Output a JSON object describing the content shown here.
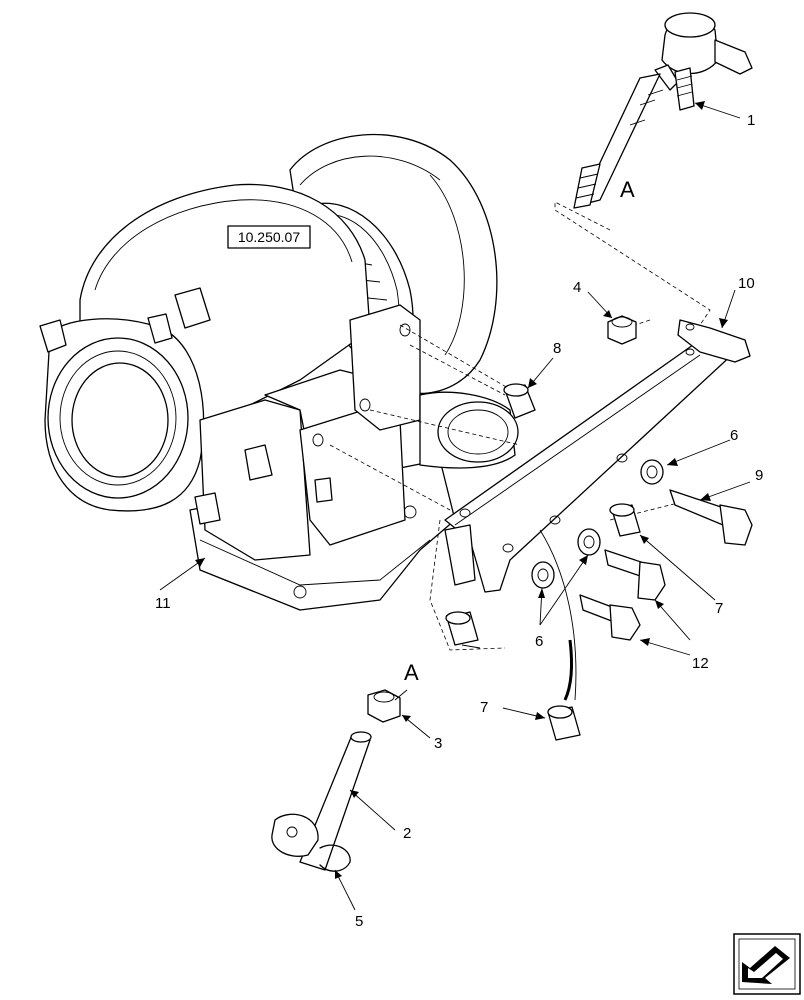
{
  "reference": "10.250.07",
  "callouts": {
    "c1": "1",
    "c2": "2",
    "c3": "3",
    "c4": "4",
    "c5": "5",
    "c6a": "6",
    "c6b": "6",
    "c7a": "7",
    "c7b": "7",
    "c8": "8",
    "c9": "9",
    "c10": "10",
    "c11": "11",
    "c12": "12"
  },
  "markers": {
    "a_top": "A",
    "a_bottom": "A"
  },
  "nav_icon": "next-page-arrow-icon"
}
